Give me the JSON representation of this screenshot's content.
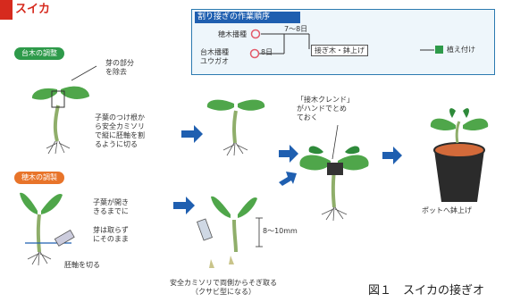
{
  "title": "スイカ",
  "schedule": {
    "heading": "割り接ぎの作業順序",
    "rootstock_sow": "台木播種\nユウガオ",
    "scion_sow": "穂木播種",
    "days_scion": "7～8日",
    "days_root": "8日",
    "graft_label": "接ぎ木・鉢上げ",
    "plant_label": "植え付け"
  },
  "steps": {
    "rootstock_badge": "台木の調整",
    "scion_badge": "穂木の調製",
    "growth_point_note": "芽の部分\nを除去",
    "cut_note": "子葉のつけ根か\nら安全カミソリ\nで縦に胚軸を割\nるように切る",
    "clip_note": "「接木クレンド」\nがハンドでとめ\nておく",
    "leaf_note": "子葉が開き\nきるまでに",
    "bud_note": "芽は取らず\nにそのまま",
    "hypocotyl_note": "胚軸を切る",
    "length_note": "8～10mm",
    "wedge_note": "安全カミソリで両側からそぎ取る\n（クサビ型になる）",
    "pot_note": "ポットへ鉢上げ"
  },
  "caption": "図１　スイカの接ぎオ",
  "colors": {
    "title_red": "#d62a1e",
    "badge_green": "#2e9a4a",
    "badge_orange": "#e8742a",
    "arrow_blue": "#1f5fb0",
    "leaf": "#4fa64a",
    "soil": "#d36a3a",
    "pot": "#2b2b2b"
  }
}
